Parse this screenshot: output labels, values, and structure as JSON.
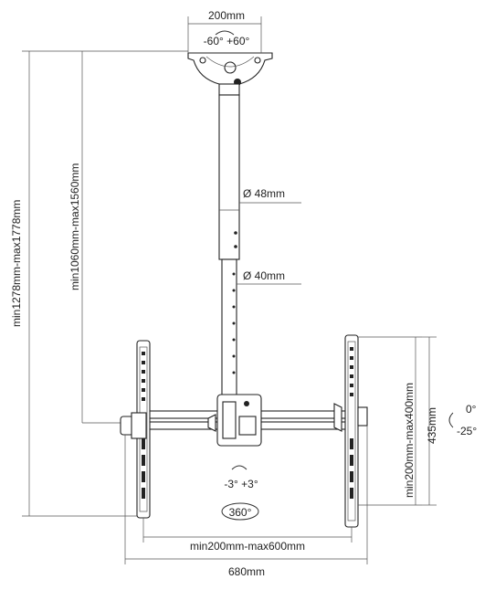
{
  "labels": {
    "top_plate_width": "200mm",
    "top_swivel_range": "-60° +60°",
    "outer_tube_diameter": "Ø 48mm",
    "inner_tube_diameter": "Ø 40mm",
    "total_height_range": "min1278mm-max1778mm",
    "pole_length_range": "min1060mm-max1560mm",
    "vesa_vertical_range": "min200mm-max400mm",
    "bracket_height": "435mm",
    "tilt_range_top": "0°",
    "tilt_range_bottom": "-25°",
    "rotation_range": "-3° +3°",
    "rotation_full": "360°",
    "vesa_horizontal_range": "min200mm-max600mm",
    "overall_width": "680mm"
  }
}
